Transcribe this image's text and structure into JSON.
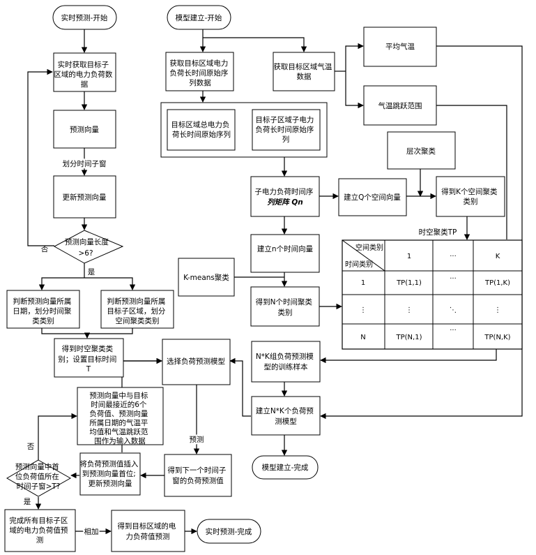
{
  "left": {
    "start": "实时预测-开始",
    "acquire": [
      "实时获取目标子",
      "区域的电力负荷数",
      "据"
    ],
    "predict_vector": "预测向量",
    "divide_window": "划分时间子窗",
    "update_vector": "更新预测向量",
    "length_check": [
      "预测向量长度",
      ">6?"
    ],
    "no": "否",
    "yes": "是",
    "judge_date": [
      "判断预测向量所属",
      "日期，划分时间聚",
      "类类别"
    ],
    "judge_area": [
      "判断预测向量所属",
      "目标子区域，划分",
      "空间聚类类别"
    ],
    "get_st": [
      "得到时空聚类类",
      "别；设置目标时间",
      "T"
    ],
    "select_model": "选择负荷预测模型",
    "input_data": [
      "预测向量中与目标",
      "时间最接近的6个",
      "负荷值、预测向量",
      "所属日期的气温平",
      "均值和气温跳跃范",
      "围作为输入数据"
    ],
    "predict": "预测",
    "next_value": [
      "得到下一个时间子",
      "窗的负荷预测值"
    ],
    "insert": [
      "将负荷预测值插入",
      "到预测向量首位;",
      "更新预测向量"
    ],
    "window_check": [
      "预测向量中首",
      "位负荷值所在",
      "时间子窗>T?"
    ],
    "no2": "否",
    "yes2": "是",
    "complete_all": [
      "完成所有目标子区",
      "域的电力负荷值预",
      "测"
    ],
    "add": "相加",
    "region_value": [
      "得到目标区域的电",
      "力负荷值预测"
    ],
    "end": "实时预测-完成"
  },
  "right": {
    "start": "模型建立-开始",
    "get_load": [
      "获取目标区域电力",
      "负荷长时间原始序",
      "列数据"
    ],
    "get_temp": [
      "获取目标区域气温",
      "数据"
    ],
    "avg_temp": "平均气温",
    "temp_range": "气温跳跃范围",
    "total_load": [
      "目标区域总电力负",
      "荷长时间原始序列"
    ],
    "sub_load": [
      "目标子区域子电力",
      "负荷长时间原始序",
      "列"
    ],
    "hier_cluster": "层次聚类",
    "matrix": [
      "子电力负荷时间序",
      "列矩阵 Qn"
    ],
    "q_vectors": "建立Q个空间向量",
    "k_clusters": [
      "得到K个空间聚类",
      "类别"
    ],
    "n_vectors": "建立n个时间向量",
    "kmeans": "K-means聚类",
    "n_clusters": [
      "得到N个时间聚类",
      "类别"
    ],
    "st_label": "时空聚类TP",
    "samples": [
      "N*K组负荷预测模",
      "型的训练样本"
    ],
    "build_models": [
      "建立N*K个负荷预",
      "测模型"
    ],
    "end": "模型建立-完成"
  },
  "table": {
    "hdr_space": "空间类别",
    "hdr_time": "时间类别",
    "cols": [
      "1",
      "···",
      "K"
    ],
    "rows": [
      [
        "1",
        "TP(1,1)",
        "···",
        "TP(1,K)"
      ],
      [
        "⋮",
        "⋮",
        "⋱",
        "⋮"
      ],
      [
        "N",
        "TP(N,1)",
        "···",
        "TP(N,K)"
      ]
    ]
  }
}
